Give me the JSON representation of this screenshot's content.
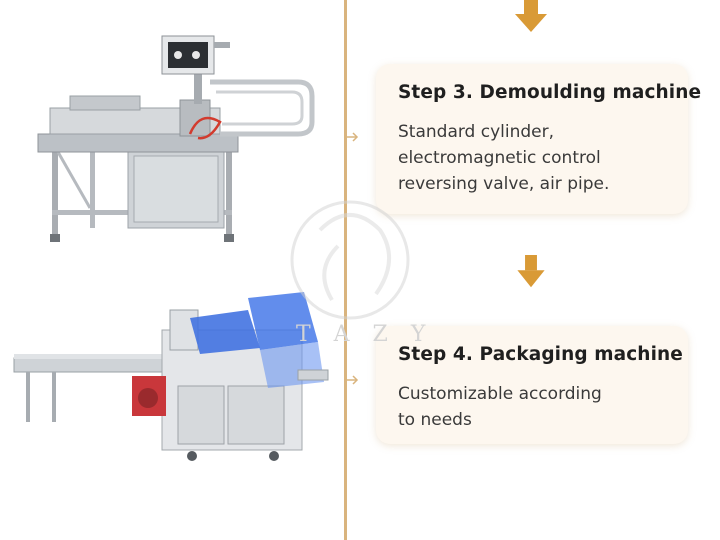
{
  "steps": [
    {
      "title": "Step 3.  Demoulding machine",
      "description": "Standard cylinder,\nelectromagnetic control\nreversing valve, air pipe.",
      "image": "demoulding-machine"
    },
    {
      "title": "Step 4.  Packaging machine",
      "description": "Customizable according\nto needs",
      "image": "packaging-machine"
    }
  ],
  "watermark_text": "T A Z Y",
  "colors": {
    "accent": "#d99a36",
    "timeline": "#d9b47e",
    "card_background": "#fdf7ef",
    "steel": "#c9cdd2",
    "blue_cover": "#3d6fe0"
  }
}
